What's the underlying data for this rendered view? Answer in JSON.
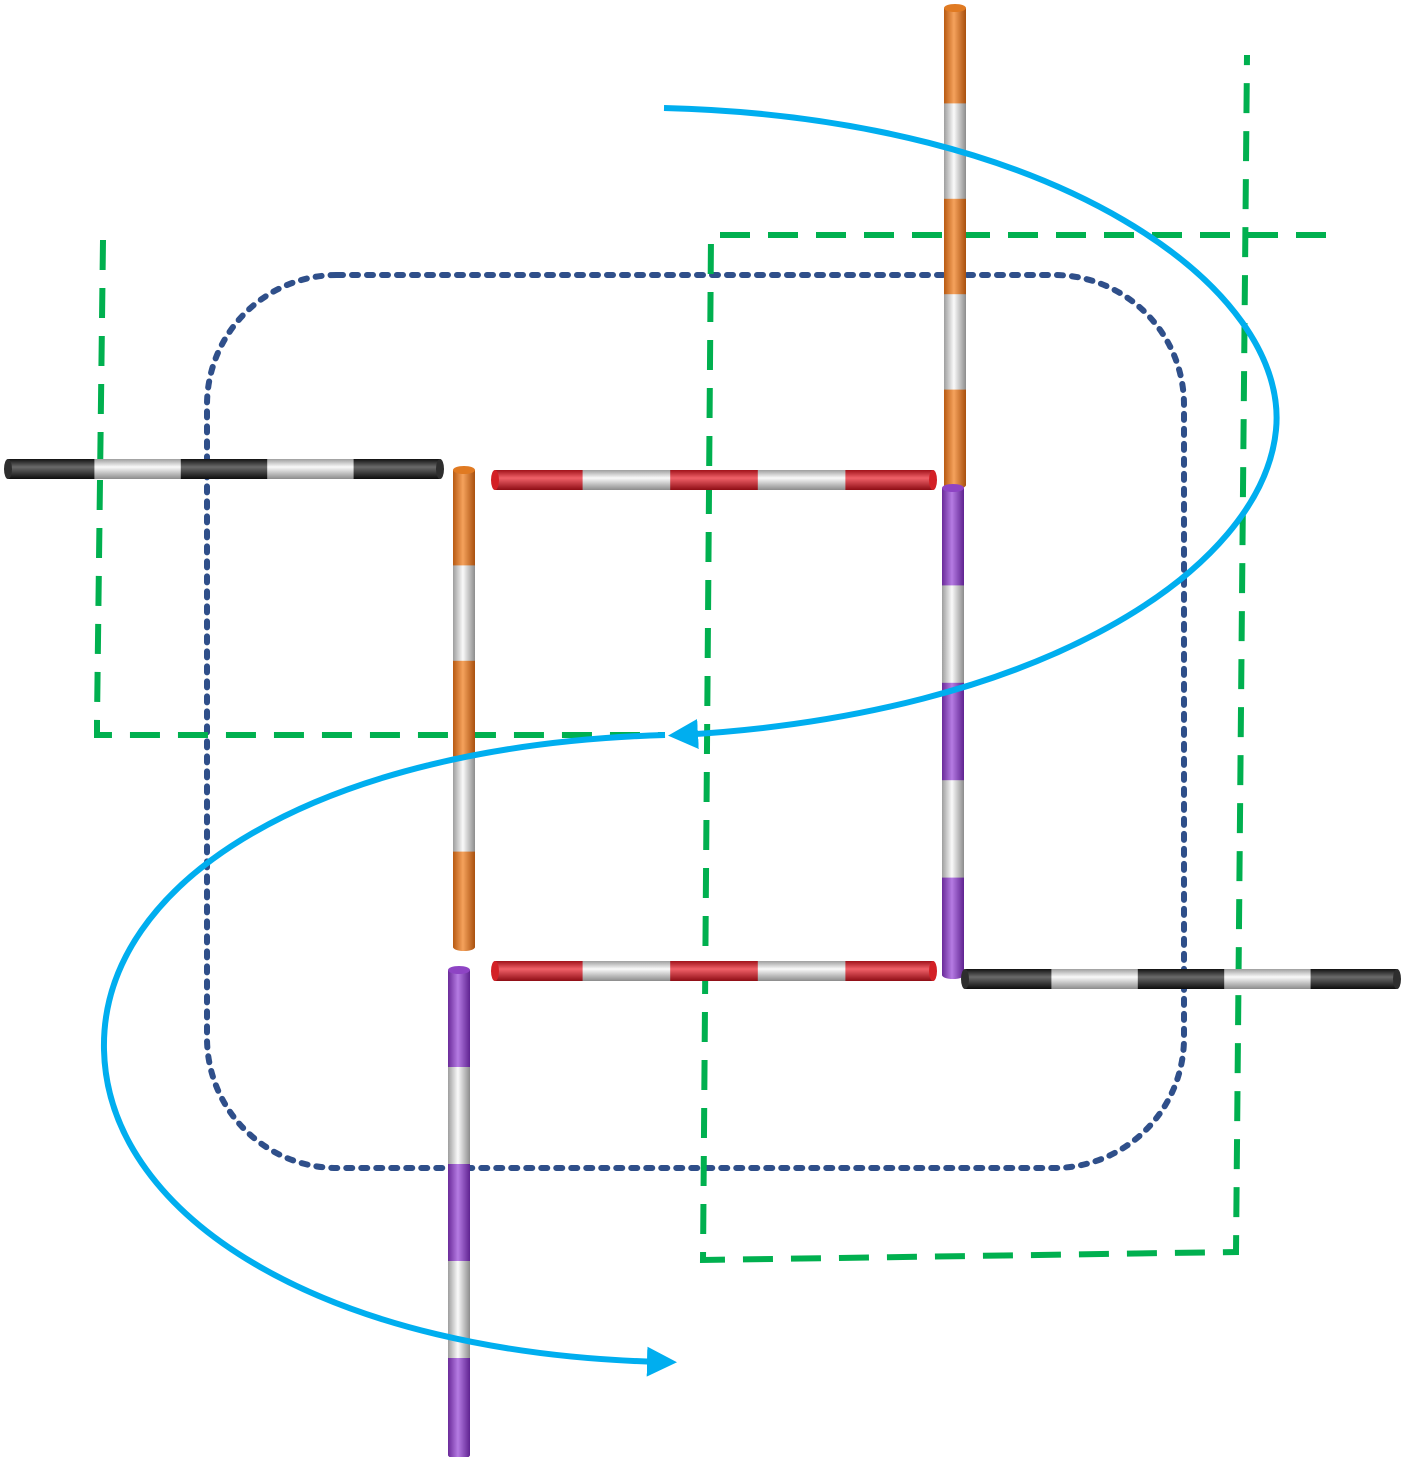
{
  "colors": {
    "orange": "#E07A22",
    "red": "#D32026",
    "purple": "#8E44C4",
    "black": "#2E2E2E",
    "white": "#D9D9D9",
    "green_dashed": "#00B04F",
    "blue_dotted": "#2F4F8A",
    "cyan_path": "#00AEEF"
  },
  "diagram": {
    "rods": [
      {
        "name": "rod-orange-top-right",
        "color": "orange",
        "orientation": "vertical",
        "segments": 5
      },
      {
        "name": "rod-orange-center-left",
        "color": "orange",
        "orientation": "vertical",
        "segments": 5
      },
      {
        "name": "rod-purple-center-right",
        "color": "purple",
        "orientation": "vertical",
        "segments": 5
      },
      {
        "name": "rod-purple-bottom-left",
        "color": "purple",
        "orientation": "vertical",
        "segments": 5
      },
      {
        "name": "rod-red-top",
        "color": "red",
        "orientation": "horizontal",
        "segments": 5
      },
      {
        "name": "rod-red-bottom",
        "color": "red",
        "orientation": "horizontal",
        "segments": 5
      },
      {
        "name": "rod-black-left",
        "color": "black",
        "orientation": "horizontal",
        "segments": 5
      },
      {
        "name": "rod-black-right",
        "color": "black",
        "orientation": "horizontal",
        "segments": 5
      }
    ]
  }
}
